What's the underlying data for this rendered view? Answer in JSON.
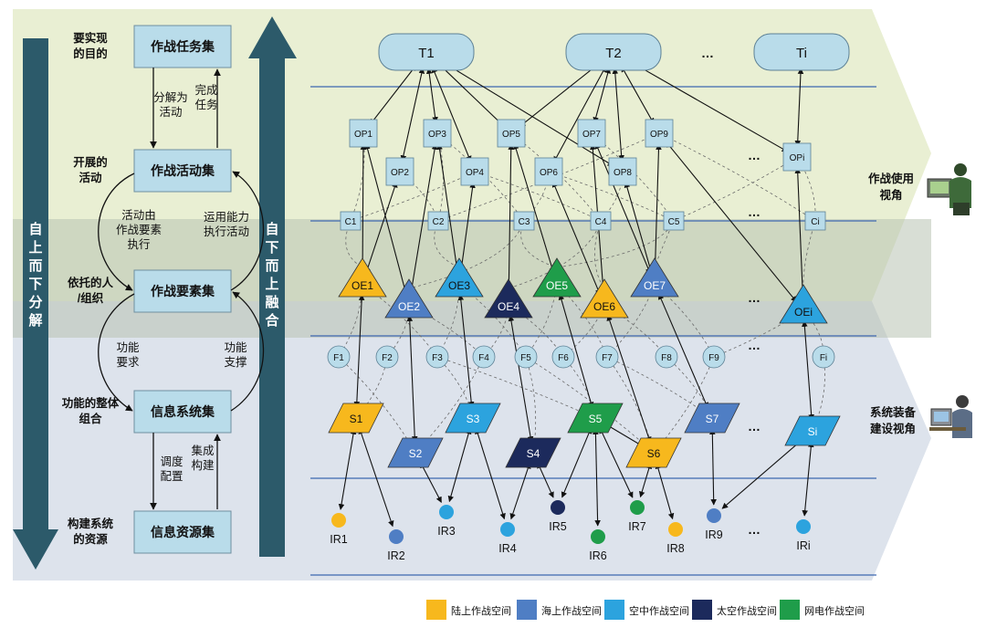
{
  "hierarchy": {
    "left_labels": [
      "要实现的目的",
      "开展的活动",
      "依托的人/组织",
      "功能的整体组合",
      "构建系统的资源"
    ],
    "boxes": [
      "作战任务集",
      "作战活动集",
      "作战要素集",
      "信息系统集",
      "信息资源集"
    ],
    "arrow_labels": {
      "decompose": [
        "分解为",
        "活动"
      ],
      "complete": [
        "完成",
        "任务"
      ],
      "executed_by": [
        "活动由",
        "作战要素",
        "执行"
      ],
      "capability": [
        "运用能力",
        "执行活动"
      ],
      "func_req": [
        "功能",
        "要求"
      ],
      "func_sup": [
        "功能",
        "支撑"
      ],
      "schedule": [
        "调度",
        "配置"
      ],
      "integrate": [
        "集成",
        "构建"
      ]
    },
    "top_down": "自上而下分解",
    "bottom_up": "自下而上融合"
  },
  "network": {
    "tasks": [
      "T1",
      "T2",
      "Ti"
    ],
    "ops": [
      "OP1",
      "OP2",
      "OP3",
      "OP4",
      "OP5",
      "OP6",
      "OP7",
      "OP8",
      "OP9",
      "OPi"
    ],
    "capabilities": [
      "C1",
      "C2",
      "C3",
      "C4",
      "C5",
      "Ci"
    ],
    "elements": [
      {
        "label": "OE1",
        "domain": "land"
      },
      {
        "label": "OE2",
        "domain": "sea"
      },
      {
        "label": "OE3",
        "domain": "air"
      },
      {
        "label": "OE4",
        "domain": "space"
      },
      {
        "label": "OE5",
        "domain": "cyber"
      },
      {
        "label": "OE6",
        "domain": "land"
      },
      {
        "label": "OE7",
        "domain": "sea"
      },
      {
        "label": "OEi",
        "domain": "air"
      }
    ],
    "functions": [
      "F1",
      "F2",
      "F3",
      "F4",
      "F5",
      "F6",
      "F7",
      "F8",
      "F9",
      "Fi"
    ],
    "systems": [
      {
        "label": "S1",
        "domain": "land"
      },
      {
        "label": "S2",
        "domain": "sea"
      },
      {
        "label": "S3",
        "domain": "air"
      },
      {
        "label": "S4",
        "domain": "space"
      },
      {
        "label": "S5",
        "domain": "cyber"
      },
      {
        "label": "S6",
        "domain": "land"
      },
      {
        "label": "S7",
        "domain": "sea"
      },
      {
        "label": "Si",
        "domain": "air"
      }
    ],
    "resources": [
      {
        "label": "IR1",
        "domain": "land"
      },
      {
        "label": "IR2",
        "domain": "sea"
      },
      {
        "label": "IR3",
        "domain": "air"
      },
      {
        "label": "IR4",
        "domain": "air"
      },
      {
        "label": "IR5",
        "domain": "space"
      },
      {
        "label": "IR6",
        "domain": "cyber"
      },
      {
        "label": "IR7",
        "domain": "cyber"
      },
      {
        "label": "IR8",
        "domain": "land"
      },
      {
        "label": "IR9",
        "domain": "sea"
      },
      {
        "label": "IRi",
        "domain": "air"
      }
    ],
    "ellipsis": "…"
  },
  "perspectives": {
    "operational": "作战使用视角",
    "equipment": "系统装备建设视角"
  },
  "legend": [
    {
      "label": "陆上作战空间",
      "domain": "land"
    },
    {
      "label": "海上作战空间",
      "domain": "sea"
    },
    {
      "label": "空中作战空间",
      "domain": "air"
    },
    {
      "label": "太空作战空间",
      "domain": "space"
    },
    {
      "label": "网电作战空间",
      "domain": "cyber"
    }
  ],
  "colors": {
    "land": "#f7b81d",
    "sea": "#4f7ec4",
    "air": "#2ca3de",
    "space": "#1c2a5c",
    "cyber": "#1f9d4a",
    "arrow_band": "#2c5a6a",
    "node_fill": "#b9dcea"
  }
}
